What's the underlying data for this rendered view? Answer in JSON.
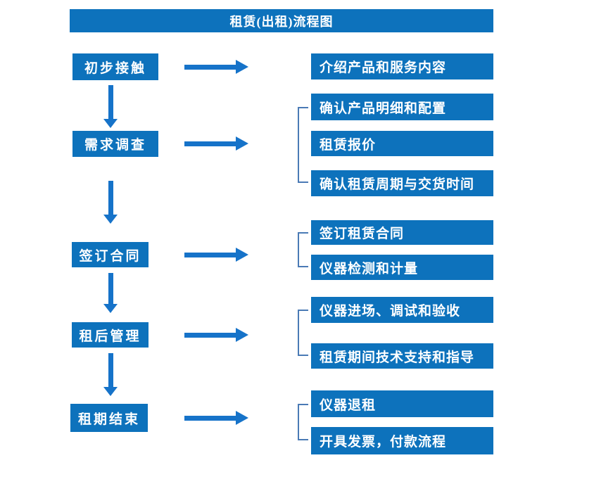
{
  "title": "租赁(出租)流程图",
  "colors": {
    "box_blue": "#0d72bc",
    "arrow_blue": "#1673c9",
    "bracket_blue": "#4a7ab5",
    "text_white": "#ffffff"
  },
  "left_steps": [
    {
      "label": "初步接触"
    },
    {
      "label": "需求调查"
    },
    {
      "label": "签订合同"
    },
    {
      "label": "租后管理"
    },
    {
      "label": "租期结束"
    }
  ],
  "right_groups": [
    {
      "items": [
        "介绍产品和服务内容"
      ]
    },
    {
      "items": [
        "确认产品明细和配置",
        "租赁报价",
        "确认租赁周期与交货时间"
      ]
    },
    {
      "items": [
        "签订租赁合同",
        "仪器检测和计量"
      ]
    },
    {
      "items": [
        "仪器进场、调试和验收",
        "租赁期间技术支持和指导"
      ]
    },
    {
      "items": [
        "仪器退租",
        "开具发票，付款流程"
      ]
    }
  ]
}
